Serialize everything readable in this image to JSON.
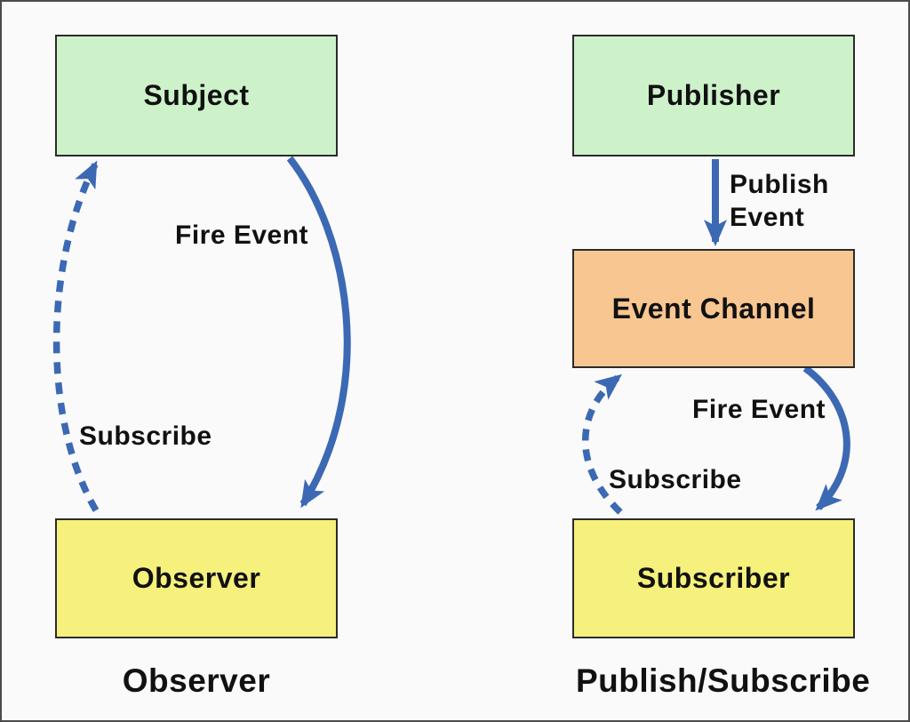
{
  "colors": {
    "background": "#fafafa",
    "frame_border": "#4b4b4b",
    "box_border": "#2b2b2b",
    "arrow_blue": "#3c69b4",
    "green_fill": "#cdf2ca",
    "yellow_fill": "#f6f07c",
    "orange_fill": "#f8c690",
    "text": "#111111"
  },
  "observer_pattern": {
    "caption": "Observer",
    "boxes": {
      "subject": "Subject",
      "observer": "Observer"
    },
    "arrows": {
      "fire_event": "Fire Event",
      "subscribe": "Subscribe"
    }
  },
  "pubsub_pattern": {
    "caption": "Publish/Subscribe",
    "boxes": {
      "publisher": "Publisher",
      "event_channel": "Event Channel",
      "subscriber": "Subscriber"
    },
    "arrows": {
      "publish_event_line1": "Publish",
      "publish_event_line2": "Event",
      "fire_event": "Fire Event",
      "subscribe": "Subscribe"
    }
  }
}
